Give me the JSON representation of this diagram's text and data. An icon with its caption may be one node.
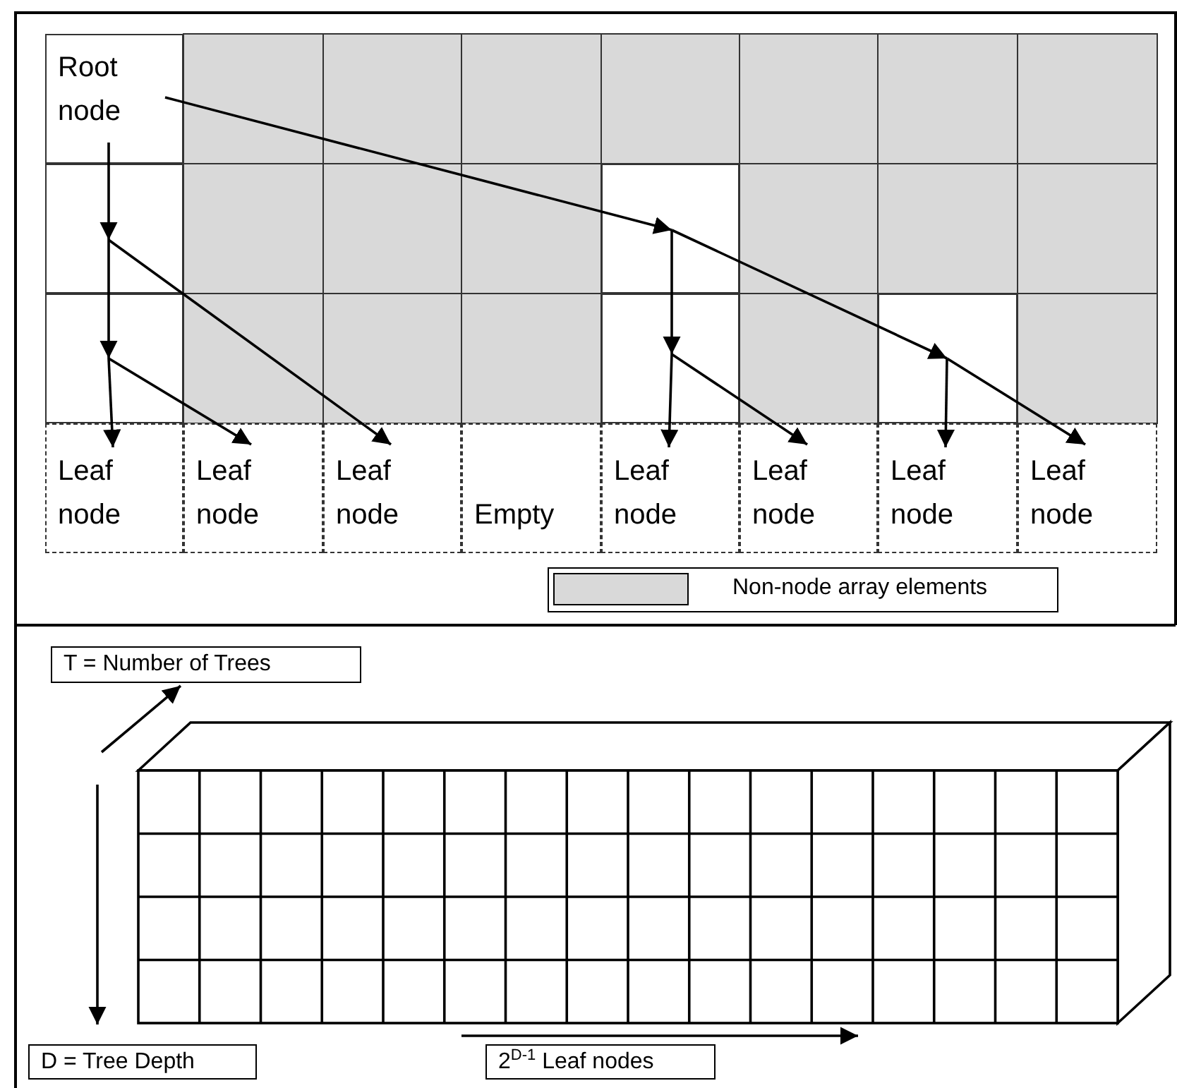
{
  "diagram": {
    "nodes": [
      {
        "text": [
          "Root node"
        ]
      },
      {
        "text": [],
        "shape": "box"
      },
      {
        "text": [],
        "shape": "box"
      },
      {
        "text": [],
        "shape": "box"
      },
      {
        "text": [],
        "shape": "box"
      },
      {
        "text": [],
        "shape": "box"
      },
      {
        "text": [
          "Leaf node"
        ]
      },
      {
        "text": [
          "Leaf node"
        ]
      },
      {
        "text": [
          "Leaf node"
        ]
      },
      {
        "text": [
          "Empty"
        ]
      },
      {
        "text": [
          "Leaf node"
        ]
      },
      {
        "text": [
          "Leaf node"
        ]
      },
      {
        "text": [
          "Leaf node"
        ]
      },
      {
        "text": [
          "Leaf node"
        ]
      },
      {
        "text": [
          "T = Number of Trees"
        ]
      },
      {
        "text": [
          "D = Tree Depth"
        ]
      },
      {
        "text": [
          "2$^{D-1}$ Leaf nodes"
        ]
      }
    ],
    "edges": [
      {
        "from": 0,
        "to": 1,
        "arrow": "to"
      },
      {
        "from": 0,
        "to": 2,
        "arrow": "to"
      },
      {
        "from": 1,
        "to": 3,
        "arrow": "to"
      },
      {
        "from": 1,
        "to": 8,
        "arrow": "to"
      },
      {
        "from": 3,
        "to": 6,
        "arrow": "to"
      },
      {
        "from": 3,
        "to": 7,
        "arrow": "to"
      },
      {
        "from": 2,
        "to": 4,
        "arrow": "to"
      },
      {
        "from": 2,
        "to": 5,
        "arrow": "to"
      },
      {
        "from": 4,
        "to": 10,
        "arrow": "to"
      },
      {
        "from": 4,
        "to": 11,
        "arrow": "to"
      },
      {
        "from": 5,
        "to": 12,
        "arrow": "to"
      },
      {
        "from": 5,
        "to": 13,
        "arrow": "to"
      }
    ],
    "legend": [
      {
        "text": "Non-node array elements",
        "color": "#d9d9d9"
      }
    ]
  }
}
